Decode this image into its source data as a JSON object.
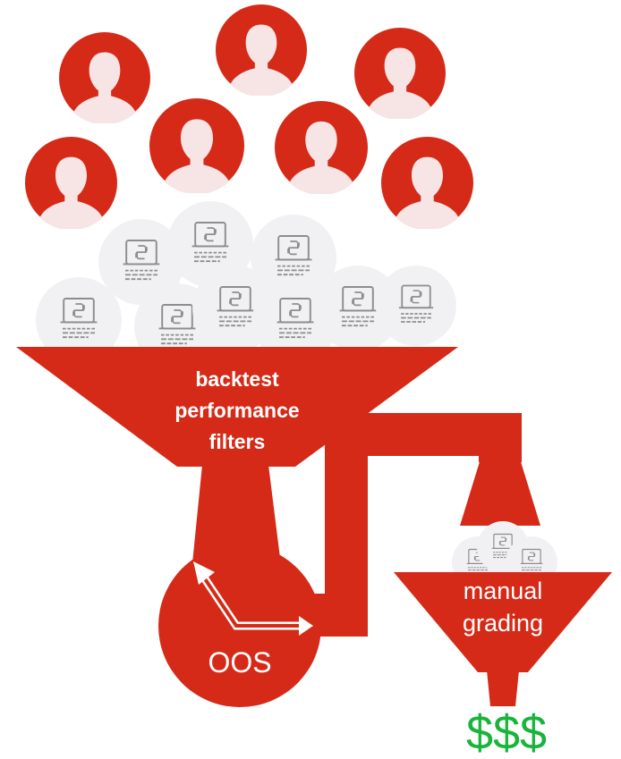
{
  "diagram": {
    "colors": {
      "red": "#d62a18",
      "red_light": "#e8523a",
      "person_bg": "#f7e4e4",
      "doc_bg": "#f1f1f3",
      "doc_line": "#8d8d8d",
      "money": "#19b43c"
    },
    "people_icon": "person-avatar-icon",
    "doc_icon": "python-script-laptop-icon",
    "funnel_label_lines": [
      "backtest",
      "performance",
      "filters"
    ],
    "oos_label": "OOS",
    "grading_label_lines": [
      "manual",
      "grading"
    ],
    "result_label": "$$$"
  }
}
